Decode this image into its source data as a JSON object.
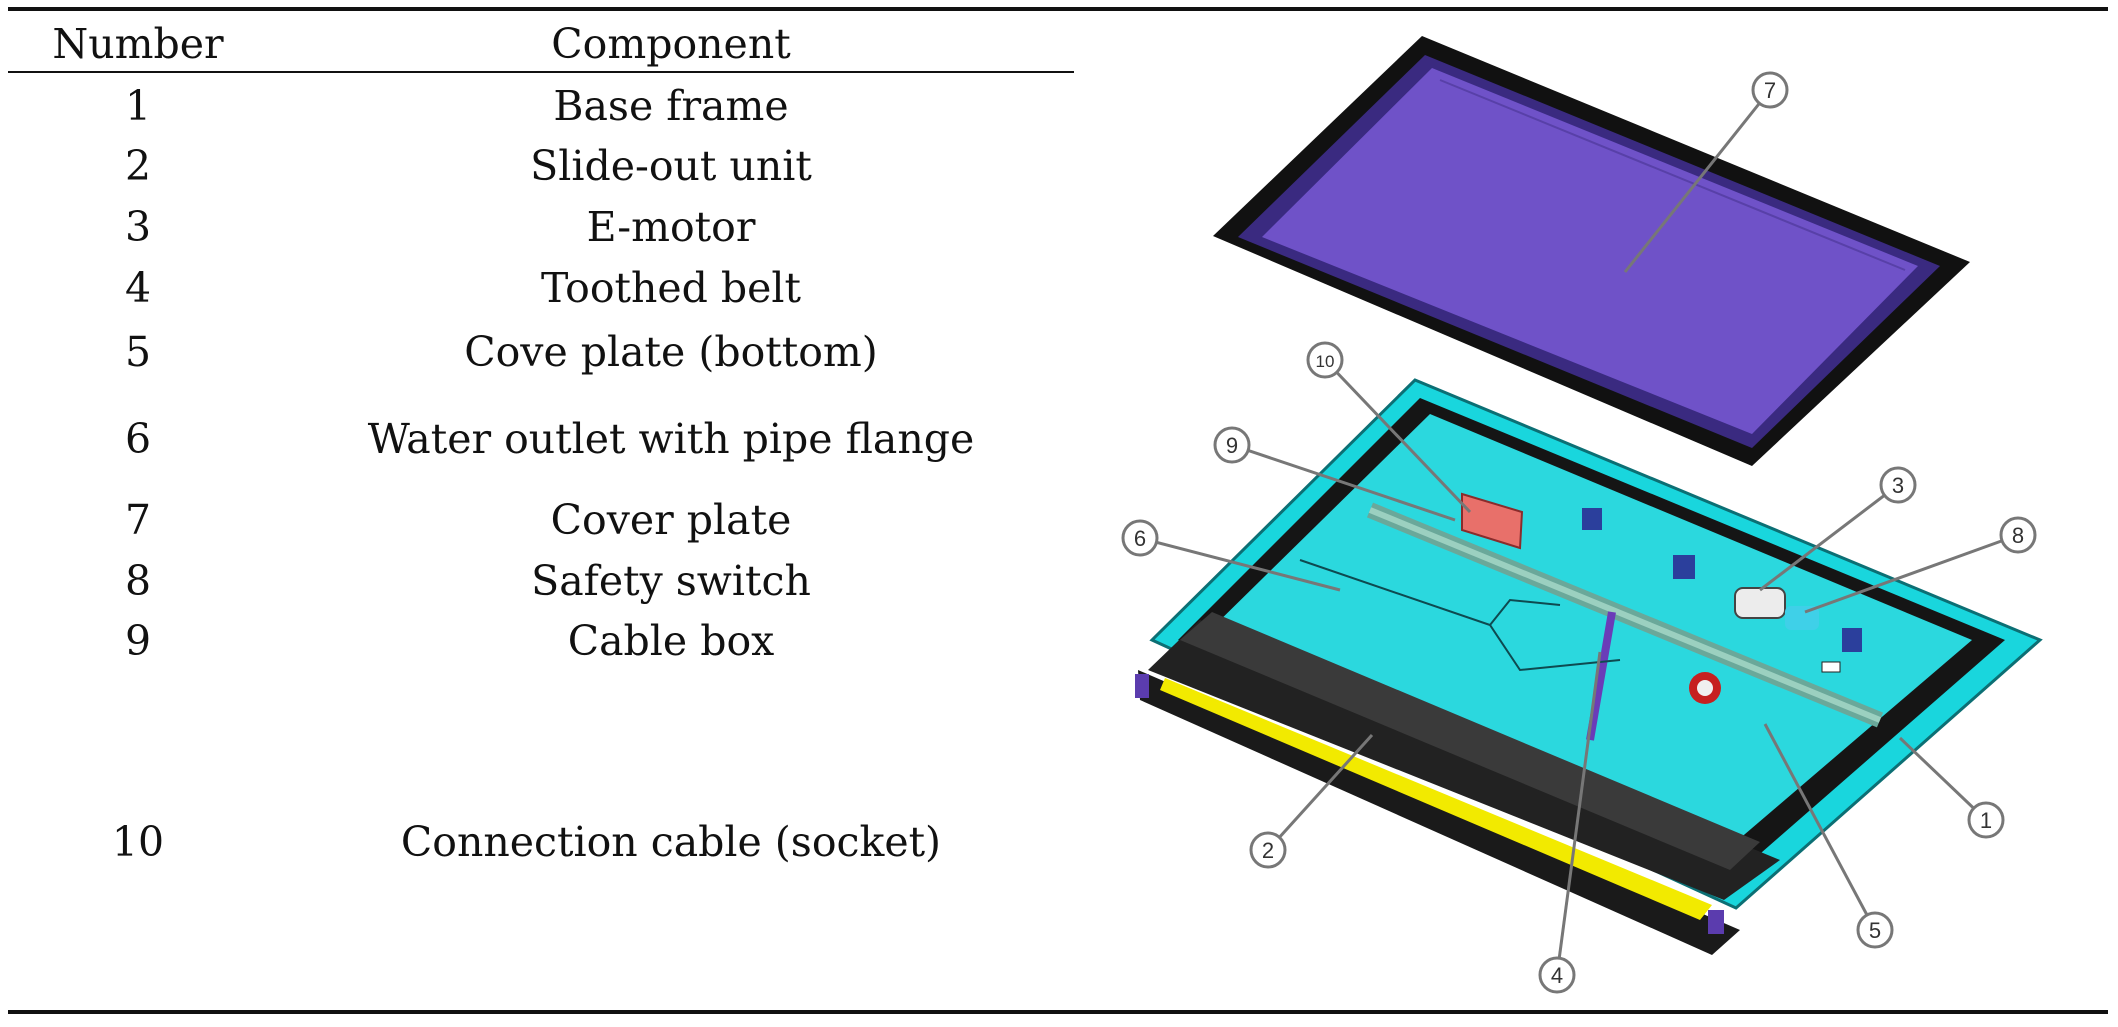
{
  "table": {
    "headers": {
      "number": "Number",
      "component": "Component"
    },
    "rows": [
      {
        "number": "1",
        "component": "Base frame"
      },
      {
        "number": "2",
        "component": "Slide-out unit"
      },
      {
        "number": "3",
        "component": "E-motor"
      },
      {
        "number": "4",
        "component": "Toothed belt"
      },
      {
        "number": "5",
        "component": "Cove plate (bottom)"
      },
      {
        "number": "6",
        "component": "Water outlet with pipe flange"
      },
      {
        "number": "7",
        "component": "Cover plate"
      },
      {
        "number": "8",
        "component": "Safety switch"
      },
      {
        "number": "9",
        "component": "Cable box"
      },
      {
        "number": "10",
        "component": "Connection cable (socket)"
      }
    ]
  },
  "figure": {
    "callouts": [
      "1",
      "2",
      "3",
      "4",
      "5",
      "6",
      "7",
      "8",
      "9",
      "10"
    ],
    "colors": {
      "cover_plate": "#6f52c8",
      "frame_cyan": "#19d6dd",
      "frame_dark": "#141414",
      "yellow_strip": "#f2ea00",
      "motor_box": "#e8706a"
    }
  }
}
